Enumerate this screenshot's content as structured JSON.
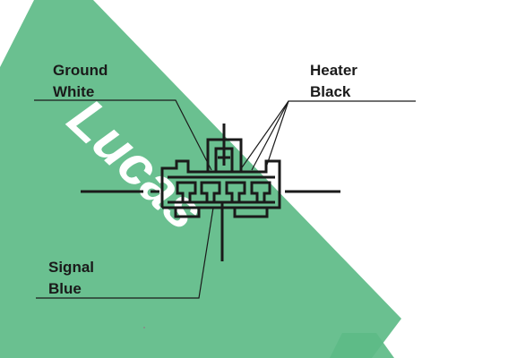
{
  "labels": {
    "ground": {
      "line1": "Ground",
      "line2": "White"
    },
    "heater": {
      "line1": "Heater",
      "line2": "Black"
    },
    "signal": {
      "line1": "Signal",
      "line2": "Blue"
    }
  },
  "watermark": {
    "text": "Lucas",
    "color": "#5dbb87"
  },
  "colors": {
    "line": "#1a1a1a",
    "text": "#1a1a1a",
    "background": "#ffffff"
  },
  "connector": {
    "pin_count": 4
  }
}
